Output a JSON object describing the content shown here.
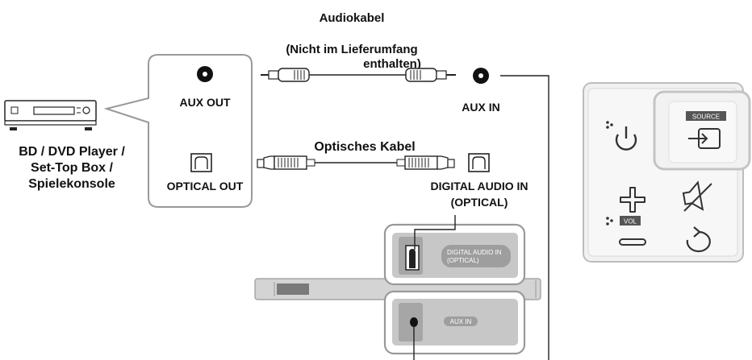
{
  "audio_cable": {
    "title": "Audiokabel",
    "note_line1": "(Nicht im Lieferumfang",
    "note_line2": "enthalten)"
  },
  "source_device": {
    "line1": "BD / DVD Player /",
    "line2": "Set-Top Box /",
    "line3": "Spielekonsole",
    "icon": "player-icon"
  },
  "source_ports": {
    "aux_out": "AUX OUT",
    "optical_out": "OPTICAL OUT"
  },
  "soundbar_ports": {
    "aux_in": "AUX IN",
    "digital_in_line1": "DIGITAL AUDIO IN",
    "digital_in_line2": "(OPTICAL)"
  },
  "optical_cable": {
    "title": "Optisches Kabel"
  },
  "soundbar_panel": {
    "digital_label_line1": "DIGITAL AUDIO IN",
    "digital_label_line2": "(OPTICAL)",
    "aux_label": "AUX IN"
  },
  "remote": {
    "source_label": "SOURCE",
    "vol_label": "VOL",
    "icons": [
      "power-icon",
      "source-icon",
      "plus-icon",
      "mute-icon",
      "minus-icon",
      "repeat-icon"
    ]
  },
  "colors": {
    "line": "#222222",
    "panel_grey": "#c9c9c9",
    "panel_dark": "#8a8a8a",
    "border": "#9a9a9a"
  }
}
